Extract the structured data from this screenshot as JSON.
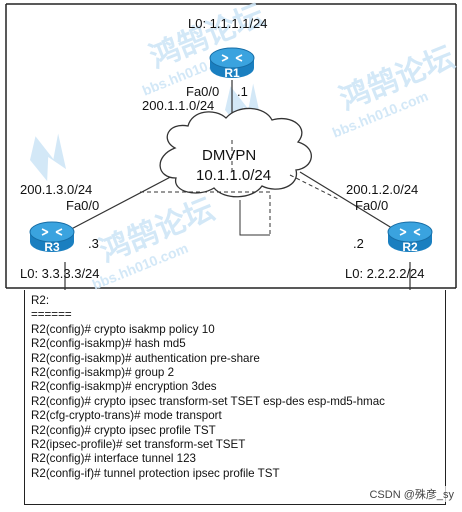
{
  "routers": {
    "r1": {
      "name": "R1",
      "loopback": "L0: 1.1.1.1/24",
      "iface": "Fa0/0",
      "subnet": "200.1.1.0/24",
      "host": ".1"
    },
    "r2": {
      "name": "R2",
      "loopback": "L0: 2.2.2.2/24",
      "iface": "Fa0/0",
      "subnet": "200.1.2.0/24",
      "host": ".2"
    },
    "r3": {
      "name": "R3",
      "loopback": "L0: 3.3.3.3/24",
      "iface": "Fa0/0",
      "subnet": "200.1.3.0/24",
      "host": ".3"
    }
  },
  "cloud": {
    "title": "DMVPN",
    "network": "10.1.1.0/24"
  },
  "watermark": {
    "text": "鸿鹄论坛",
    "url": "bbs.hh010.com"
  },
  "config": {
    "lines": [
      "R2:",
      "======",
      "R2(config)# crypto isakmp policy 10",
      "R2(config-isakmp)# hash md5",
      "R2(config-isakmp)# authentication pre-share",
      "R2(config-isakmp)# group 2",
      "R2(config-isakmp)# encryption 3des",
      "R2(config)# crypto ipsec transform-set TSET esp-des esp-md5-hmac",
      "R2(cfg-crypto-trans)# mode transport",
      "R2(config)# crypto ipsec profile TST",
      "R2(ipsec-profile)# set transform-set TSET",
      "R2(config)# interface tunnel 123",
      "R2(config-if)# tunnel protection ipsec profile TST"
    ]
  },
  "credit": "CSDN @殊彦_sy",
  "colors": {
    "router_fill": "#1a7fc0",
    "router_top": "#3aa3df",
    "cloud_stroke": "#333333",
    "border": "#222222"
  }
}
